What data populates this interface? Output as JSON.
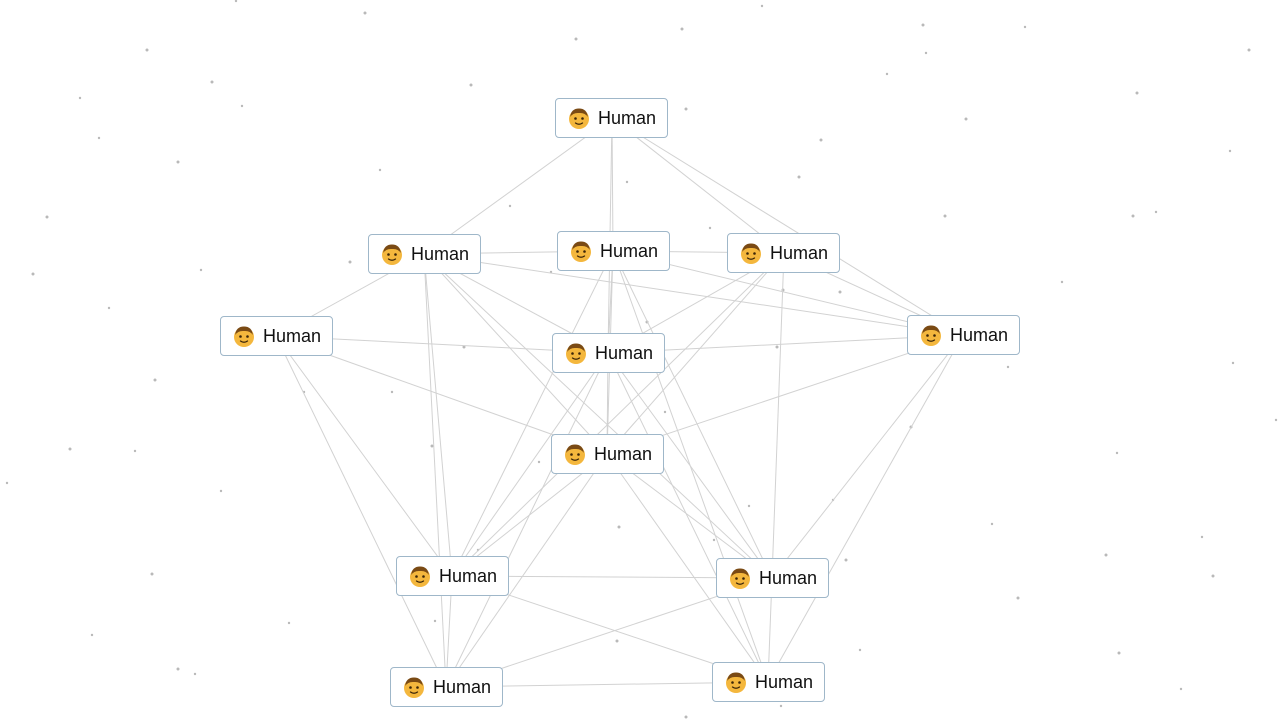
{
  "canvas": {
    "background": "#ffffff",
    "node_icon": "man-emoji-icon",
    "node_border_color": "#9fb7c9",
    "link_color": "#d2d2d2"
  },
  "elements": [
    {
      "label": "Human"
    },
    {
      "label": "Human"
    },
    {
      "label": "Human"
    },
    {
      "label": "Human"
    },
    {
      "label": "Human"
    },
    {
      "label": "Human"
    },
    {
      "label": "Human"
    },
    {
      "label": "Human"
    },
    {
      "label": "Human"
    },
    {
      "label": "Human"
    },
    {
      "label": "Human"
    },
    {
      "label": "Human"
    }
  ]
}
